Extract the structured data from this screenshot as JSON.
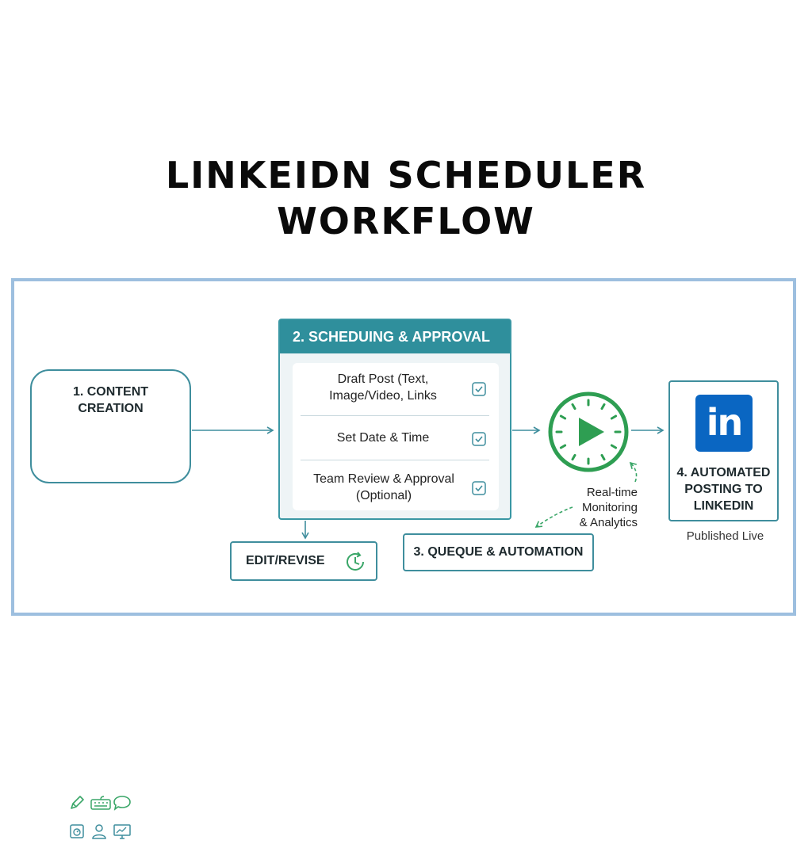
{
  "title": {
    "line1": "LINKEIDN SCHEDULER",
    "line2": "WORKFLOW"
  },
  "content_creation": {
    "line1": "1. CONTENT",
    "line2": "CREATION",
    "icons": [
      "pen-icon",
      "keyboard-icon",
      "chat-bubble-icon",
      "photo-icon",
      "user-icon",
      "monitor-chart-icon"
    ],
    "accent_color": "#3aa668"
  },
  "scheduling": {
    "header": "2. SCHEDUING & APPROVAL",
    "steps": [
      {
        "line1": "Draft Post (Text,",
        "line2": "Image/Video, Links"
      },
      {
        "line1": "Set Date & Time",
        "line2": ""
      },
      {
        "line1": "Team Review & Approval",
        "line2": "(Optional)"
      }
    ],
    "header_color": "#2f8f9c"
  },
  "automation": {
    "clock_color": "#2e9e52",
    "monitoring": {
      "line1": "Real-time",
      "line2": "Monitoring",
      "line3": "& Analytics"
    },
    "queue_label": "3. QUEQUE & AUTOMATION"
  },
  "edit_revise": {
    "label": "EDIT/REVISE"
  },
  "posting": {
    "logo_text": "in",
    "line1": "4. AUTOMATED",
    "line2": "POSTING TO",
    "line3": "LINKEDIN",
    "published": "Published Live",
    "logo_color": "#0a66c2"
  }
}
